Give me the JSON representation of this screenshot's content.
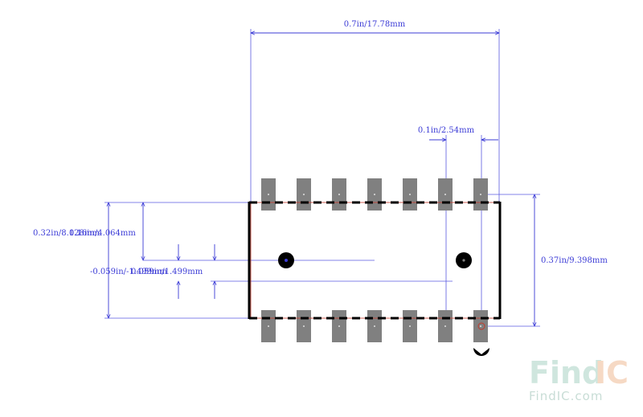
{
  "dimensions": {
    "total_width": "0.7in/17.78mm",
    "pitch": "0.1in/2.54mm",
    "body_height": "0.32in/8.128mm",
    "body_height_overlap": "0.16in/4.064mm",
    "total_height": "0.37in/9.398mm",
    "pad_width": "-0.059in/-1.499mm",
    "pad_width_overlap": "0.059in/1.499mm"
  },
  "package": {
    "pins_per_side": 7
  },
  "watermark": {
    "brand_find": "Find",
    "brand_ic": "IC",
    "url": "FindIC.com"
  },
  "colors": {
    "dimension": "#3b3bd6",
    "pad": "#808080",
    "outline": "#000000",
    "courtyard": "#c0392b",
    "watermark_find": "#cfe6de",
    "watermark_ic": "#f6d9c4"
  }
}
